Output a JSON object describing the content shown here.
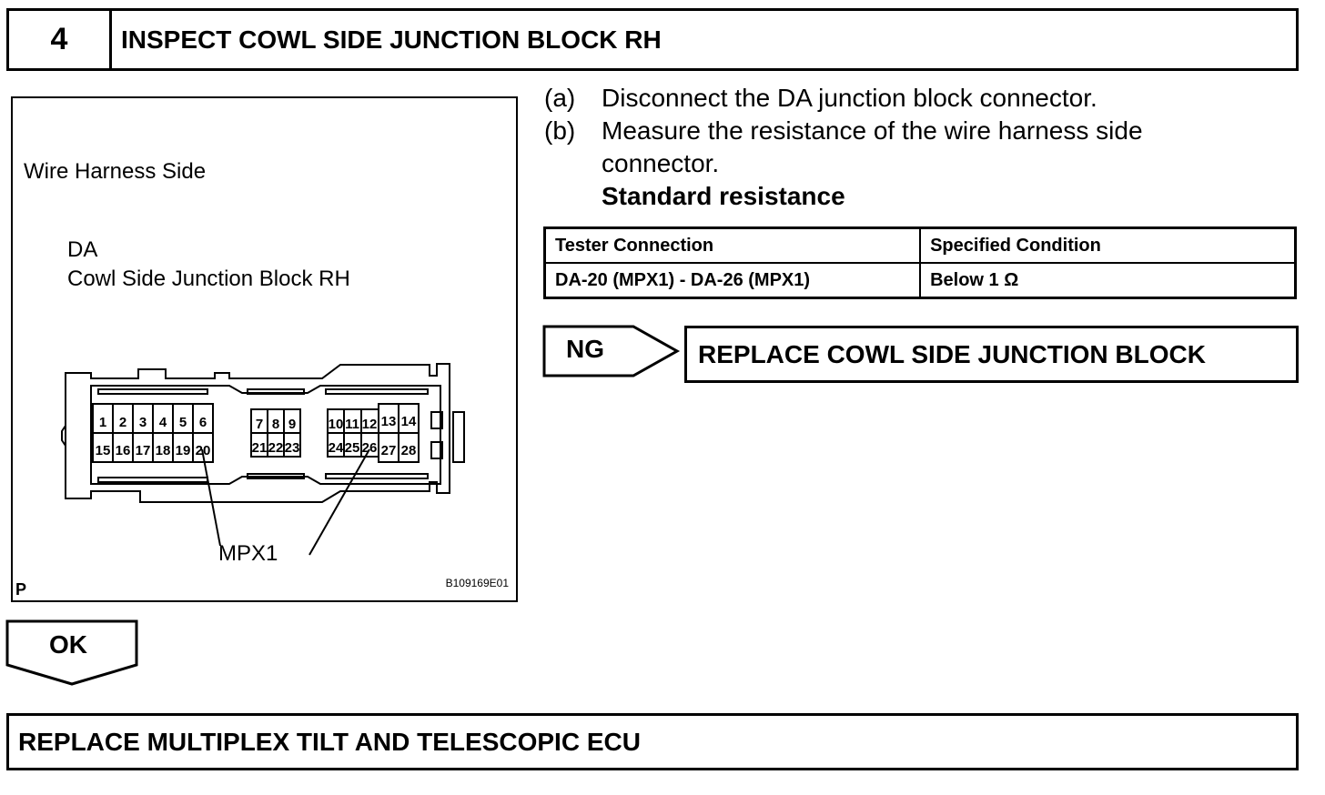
{
  "step": {
    "number": "4",
    "title": "INSPECT COWL SIDE JUNCTION BLOCK RH"
  },
  "figure": {
    "side_label": "Wire Harness Side",
    "connector_code": "DA",
    "connector_name": "Cowl Side Junction Block RH",
    "pins_top_left": [
      "1",
      "2",
      "3",
      "4",
      "5",
      "6"
    ],
    "pins_bottom_left": [
      "15",
      "16",
      "17",
      "18",
      "19",
      "20"
    ],
    "pins_top_mid": [
      "7",
      "8",
      "9"
    ],
    "pins_bottom_mid": [
      "21",
      "22",
      "23"
    ],
    "pins_top_right": [
      "10",
      "11",
      "12",
      "13",
      "14"
    ],
    "pins_bottom_right": [
      "24",
      "25",
      "26",
      "27",
      "28"
    ],
    "callout": "MPX1",
    "corner_mark": "P",
    "figure_id": "B109169E01"
  },
  "instructions": {
    "a_label": "(a)",
    "a_text": "Disconnect the DA junction block connector.",
    "b_label": "(b)",
    "b_text_line1": "Measure the resistance of the wire harness side",
    "b_text_line2": "connector.",
    "standard_title": "Standard resistance"
  },
  "table": {
    "headers": [
      "Tester Connection",
      "Specified Condition"
    ],
    "rows": [
      [
        "DA-20 (MPX1) - DA-26 (MPX1)",
        "Below 1 Ω"
      ]
    ]
  },
  "ng": {
    "label": "NG",
    "action": "REPLACE COWL SIDE JUNCTION BLOCK"
  },
  "ok": {
    "label": "OK",
    "action": "REPLACE MULTIPLEX TILT AND TELESCOPIC ECU"
  }
}
